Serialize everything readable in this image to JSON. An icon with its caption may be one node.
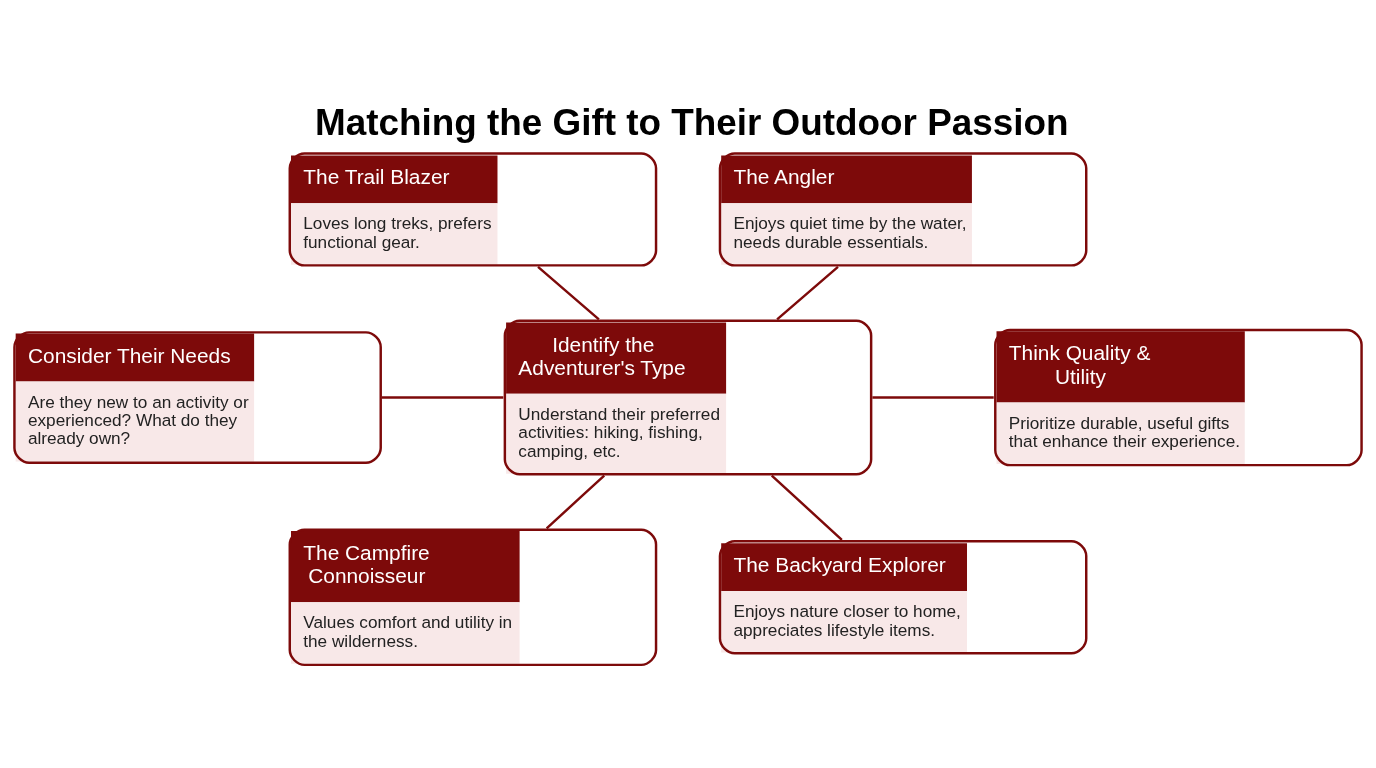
{
  "diagram": {
    "title": "Matching the Gift to Their Outdoor Passion",
    "nodes": [
      {
        "text": [
          "The Trail Blazer",
          "Loves long treks, prefers functional gear."
        ]
      },
      {
        "text": [
          "The Angler",
          "Enjoys quiet time by the water, needs durable essentials."
        ]
      },
      {
        "text": [
          "Consider Their Needs",
          "Are they new to an activity or experienced? What do they already own?"
        ]
      },
      {
        "text": [
          "Identify the Adventurer's Type",
          "Understand their preferred activities: hiking, fishing, camping, etc."
        ]
      },
      {
        "text": [
          "Think Quality & Utility",
          "Prioritize durable, useful gifts that enhance their experience."
        ]
      },
      {
        "text": [
          "The Campfire Connoisseur",
          "Values comfort and utility in the wilderness."
        ]
      },
      {
        "text": [
          "The Backyard Explorer",
          "Enjoys nature closer to home, appreciates lifestyle items."
        ]
      }
    ],
    "edges": [
      {
        "from": 0,
        "to": 3,
        "arrow": "none"
      },
      {
        "from": 1,
        "to": 3,
        "arrow": "none"
      },
      {
        "from": 2,
        "to": 3,
        "arrow": "none"
      },
      {
        "from": 3,
        "to": 4,
        "arrow": "none"
      },
      {
        "from": 3,
        "to": 5,
        "arrow": "none"
      },
      {
        "from": 3,
        "to": 6,
        "arrow": "none"
      }
    ]
  }
}
